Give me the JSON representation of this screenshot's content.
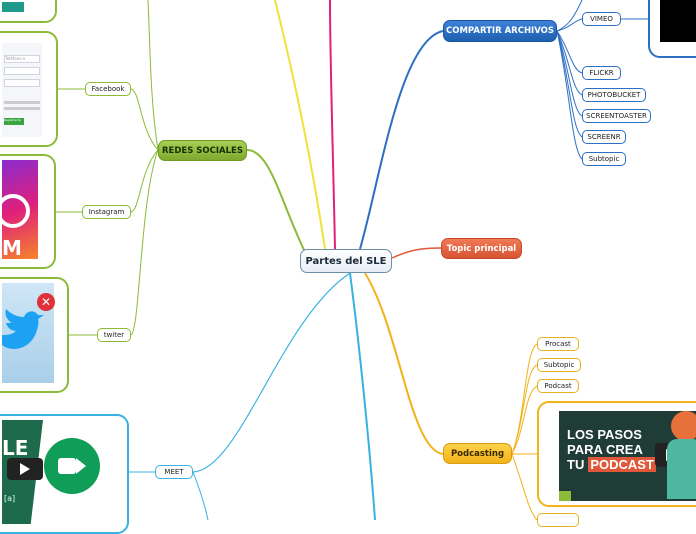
{
  "center": {
    "label": "Partes del SLE"
  },
  "topics": {
    "compartir": {
      "label": "COMPARTIR ARCHIVOS"
    },
    "principal": {
      "label": "Topic principal"
    },
    "redes": {
      "label": "REDES SOCIALES"
    },
    "podcasting": {
      "label": "Podcasting"
    }
  },
  "compartir_items": [
    "VIMEO",
    "FLICKR",
    "PHOTOBUCKET",
    "SCREENTOASTER",
    "SCREENR",
    "Subtopic"
  ],
  "redes_items": [
    "Facebook",
    "Instagram",
    "twiter"
  ],
  "podcast_items": [
    "Procast",
    "Subtopic",
    "Podcast"
  ],
  "meet": {
    "label": "MEET"
  },
  "podcast_image": {
    "line1": "LOS PASOS",
    "line2": "PARA CREA",
    "line3": "TU",
    "line3b": "PODCAST"
  },
  "facebook_image": {
    "field1": "Teléfono o correo",
    "button": "Registrarte"
  },
  "instagram_image": {
    "letter": "M"
  },
  "meet_image": {
    "letters": "LE",
    "sub": "[a]"
  },
  "colors": {
    "blue": "#2d6fc4",
    "orange": "#e0583a",
    "green": "#8cba3a",
    "yellow": "#f1b21a",
    "cyan": "#38b2e0",
    "magenta": "#e0207a",
    "lightyellow": "#f0e23a"
  }
}
